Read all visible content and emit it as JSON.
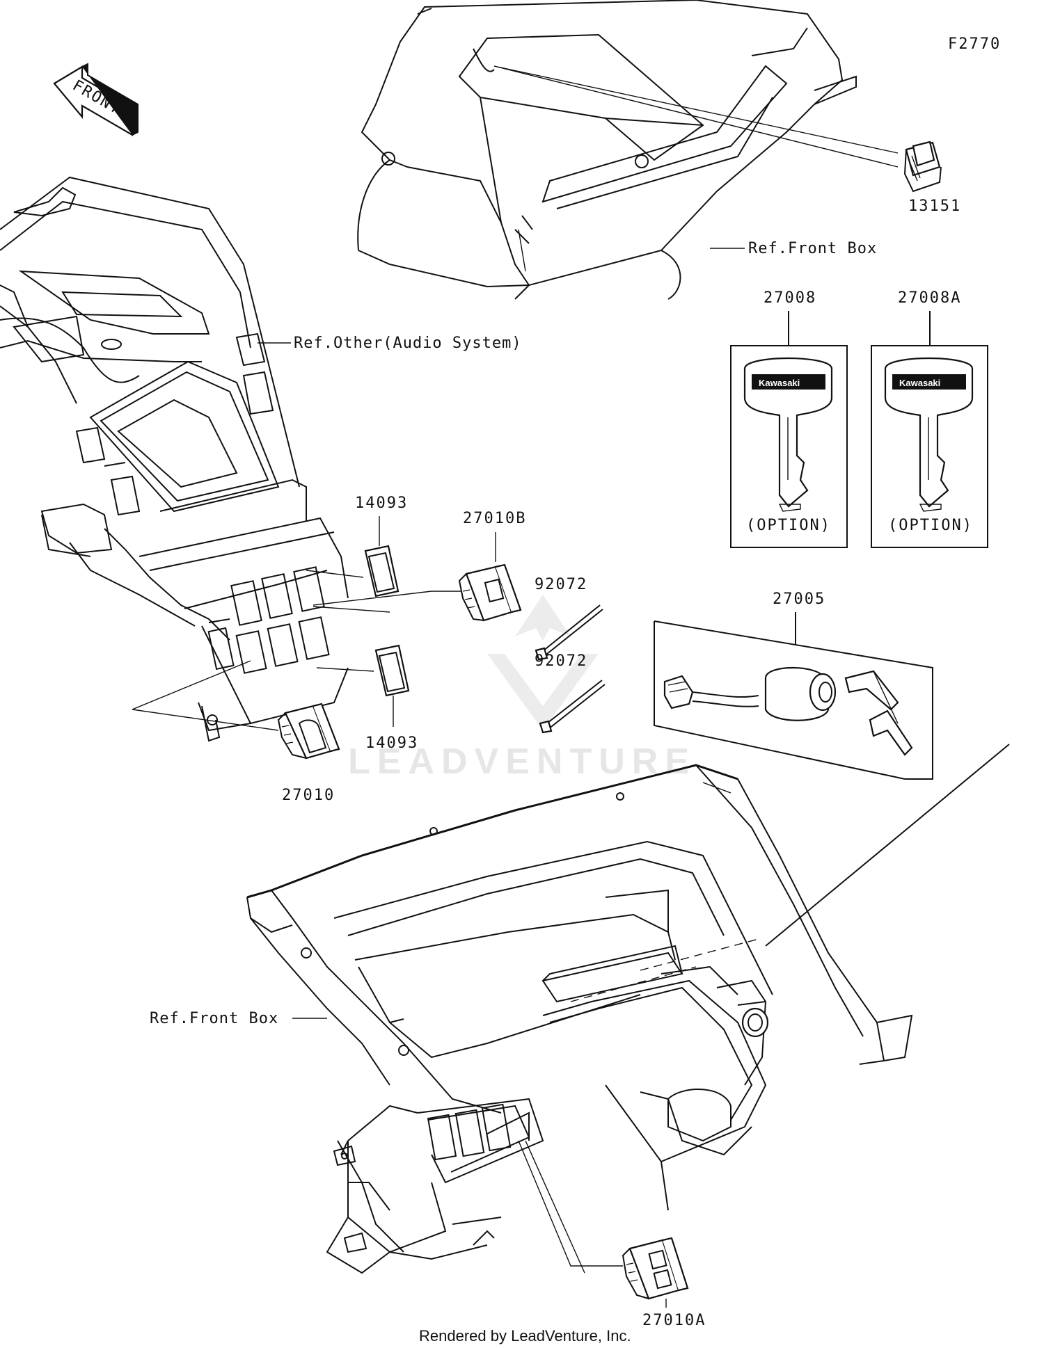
{
  "diagram": {
    "code": "F2770",
    "front_arrow_label": "FRONT",
    "watermark": "LEADVENTURE",
    "footer": "Rendered by LeadVenture, Inc.",
    "key_brand": "Kawasaki",
    "references": {
      "front_box_top": "Ref.Front Box",
      "audio_system": "Ref.Other(Audio System)",
      "front_box_bottom": "Ref.Front Box"
    },
    "parts": {
      "p13151": "13151",
      "p27008": "27008",
      "p27008A": "27008A",
      "option_a": "(OPTION)",
      "option_b": "(OPTION)",
      "p27005": "27005",
      "p14093_top": "14093",
      "p14093_bottom": "14093",
      "p27010B": "27010B",
      "p92072_top": "92072",
      "p92072_bottom": "92072",
      "p27010": "27010",
      "p27010A": "27010A"
    }
  }
}
